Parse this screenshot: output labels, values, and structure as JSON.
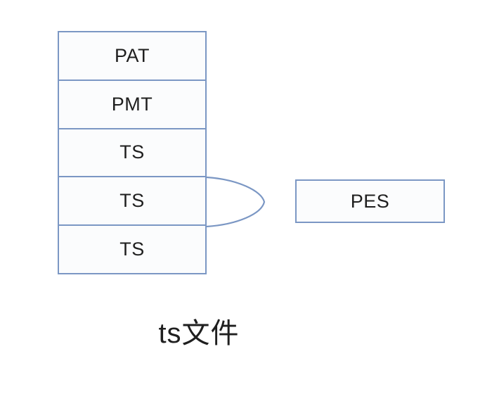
{
  "diagram": {
    "title": "ts文件",
    "background_color": "#ffffff",
    "stroke_color": "#7b97c4",
    "fill_color": "#fbfcfd",
    "text_color": "#1f1f1f",
    "ts_stack": {
      "name": "ts-file-stack",
      "rows": [
        {
          "label": "PAT"
        },
        {
          "label": "PMT"
        },
        {
          "label": "TS"
        },
        {
          "label": "TS"
        },
        {
          "label": "TS"
        }
      ]
    },
    "pes_box": {
      "label": "PES"
    },
    "connector": {
      "name": "lens-brace-connector",
      "from": "ts-file-stack",
      "to": "pes-box"
    },
    "caption": {
      "text": "ts文件"
    }
  }
}
